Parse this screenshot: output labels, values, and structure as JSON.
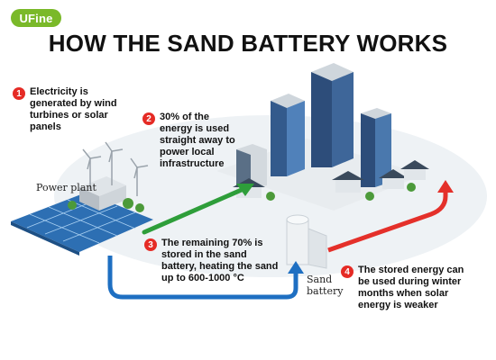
{
  "brand": {
    "logo_text": "UFine"
  },
  "title": "HOW THE SAND BATTERY WORKS",
  "steps": [
    {
      "num": "1",
      "text": "Electricity is generated by wind turbines or solar panels"
    },
    {
      "num": "2",
      "text": "30% of the energy is used straight away to power local infrastructure"
    },
    {
      "num": "3",
      "text": "The remaining 70% is stored in the sand battery, heating the sand up to 600-1000 °C"
    },
    {
      "num": "4",
      "text": "The stored energy can be used during winter months when solar energy is weaker"
    }
  ],
  "labels": {
    "power_plant": "Power plant",
    "sand_battery": "Sand battery"
  },
  "colors": {
    "step_badge": "#e52b25",
    "arrow_green": "#2e9e3a",
    "arrow_blue": "#1e6fc2",
    "arrow_red": "#e4302a",
    "brand": "#7ab929"
  }
}
